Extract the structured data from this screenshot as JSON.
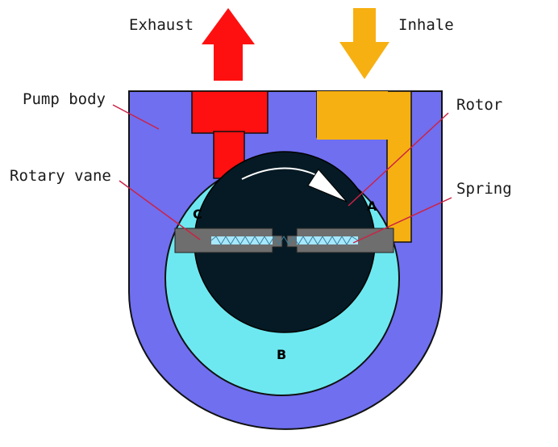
{
  "labels": {
    "exhaust": "Exhaust",
    "inhale": "Inhale",
    "pump_body": "Pump body",
    "rotor": "Rotor",
    "rotary_vane": "Rotary vane",
    "spring": "Spring"
  },
  "zones": {
    "a": "A",
    "b": "B",
    "c": "C"
  },
  "colors": {
    "pump_body": "#6f6ff0",
    "chamber": "#6ee8f0",
    "rotor": "#051a24",
    "vane": "#6e6e6e",
    "spring": "#a8e8ff",
    "exhaust": "#ff1010",
    "inhale": "#f7b012",
    "leader": "#cc2244",
    "outline": "#111111"
  },
  "icons": {
    "exhaust_arrow": "arrow-up-icon",
    "inhale_arrow": "arrow-down-icon",
    "rotation_arrow": "rotation-arrow-icon"
  }
}
